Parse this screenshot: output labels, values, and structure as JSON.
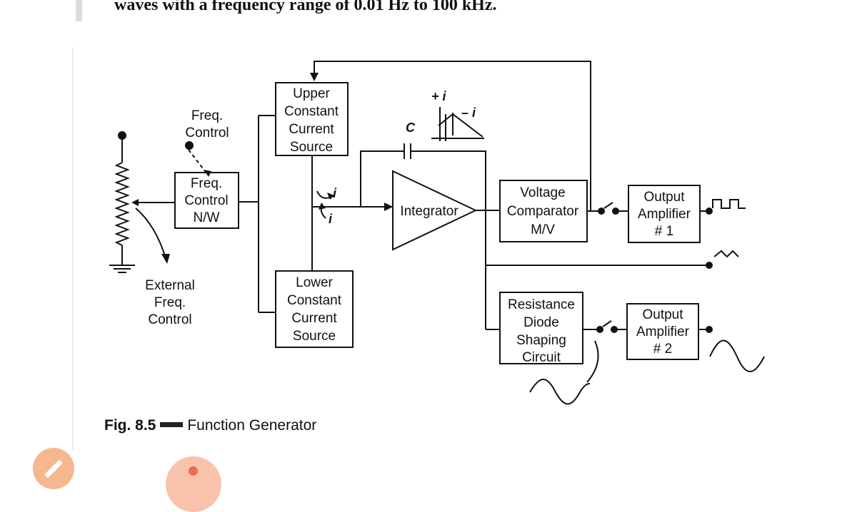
{
  "header": {
    "text_line": "waves with a frequency range of 0.01 Hz to 100 kHz."
  },
  "diagram": {
    "blocks": {
      "freq_control_nw": [
        "Freq.",
        "Control",
        "N/W"
      ],
      "upper_source": [
        "Upper",
        "Constant",
        "Current",
        "Source"
      ],
      "lower_source": [
        "Lower",
        "Constant",
        "Current",
        "Source"
      ],
      "integrator": "Integrator",
      "voltage_comparator": [
        "Voltage",
        "Comparator",
        "M/V"
      ],
      "output_amp_1": [
        "Output",
        "Amplifier",
        "# 1"
      ],
      "output_amp_2": [
        "Output",
        "Amplifier",
        "# 2"
      ],
      "shaping_circuit": [
        "Resistance",
        "Diode",
        "Shaping",
        "Circuit"
      ]
    },
    "labels": {
      "freq_control": [
        "Freq.",
        "Control"
      ],
      "external_freq_control": [
        "External",
        "Freq.",
        "Control"
      ],
      "capacitor": "C",
      "plus_i": "+ i",
      "minus_i": "– i",
      "current_i": "i"
    }
  },
  "caption": {
    "figure_number": "Fig. 8.5",
    "title": "Function Generator"
  },
  "fab_buttons": {
    "pencil_color": "#f6b68e",
    "record_color": "#f9c3ab",
    "record_dot_color": "#ef6a52"
  }
}
